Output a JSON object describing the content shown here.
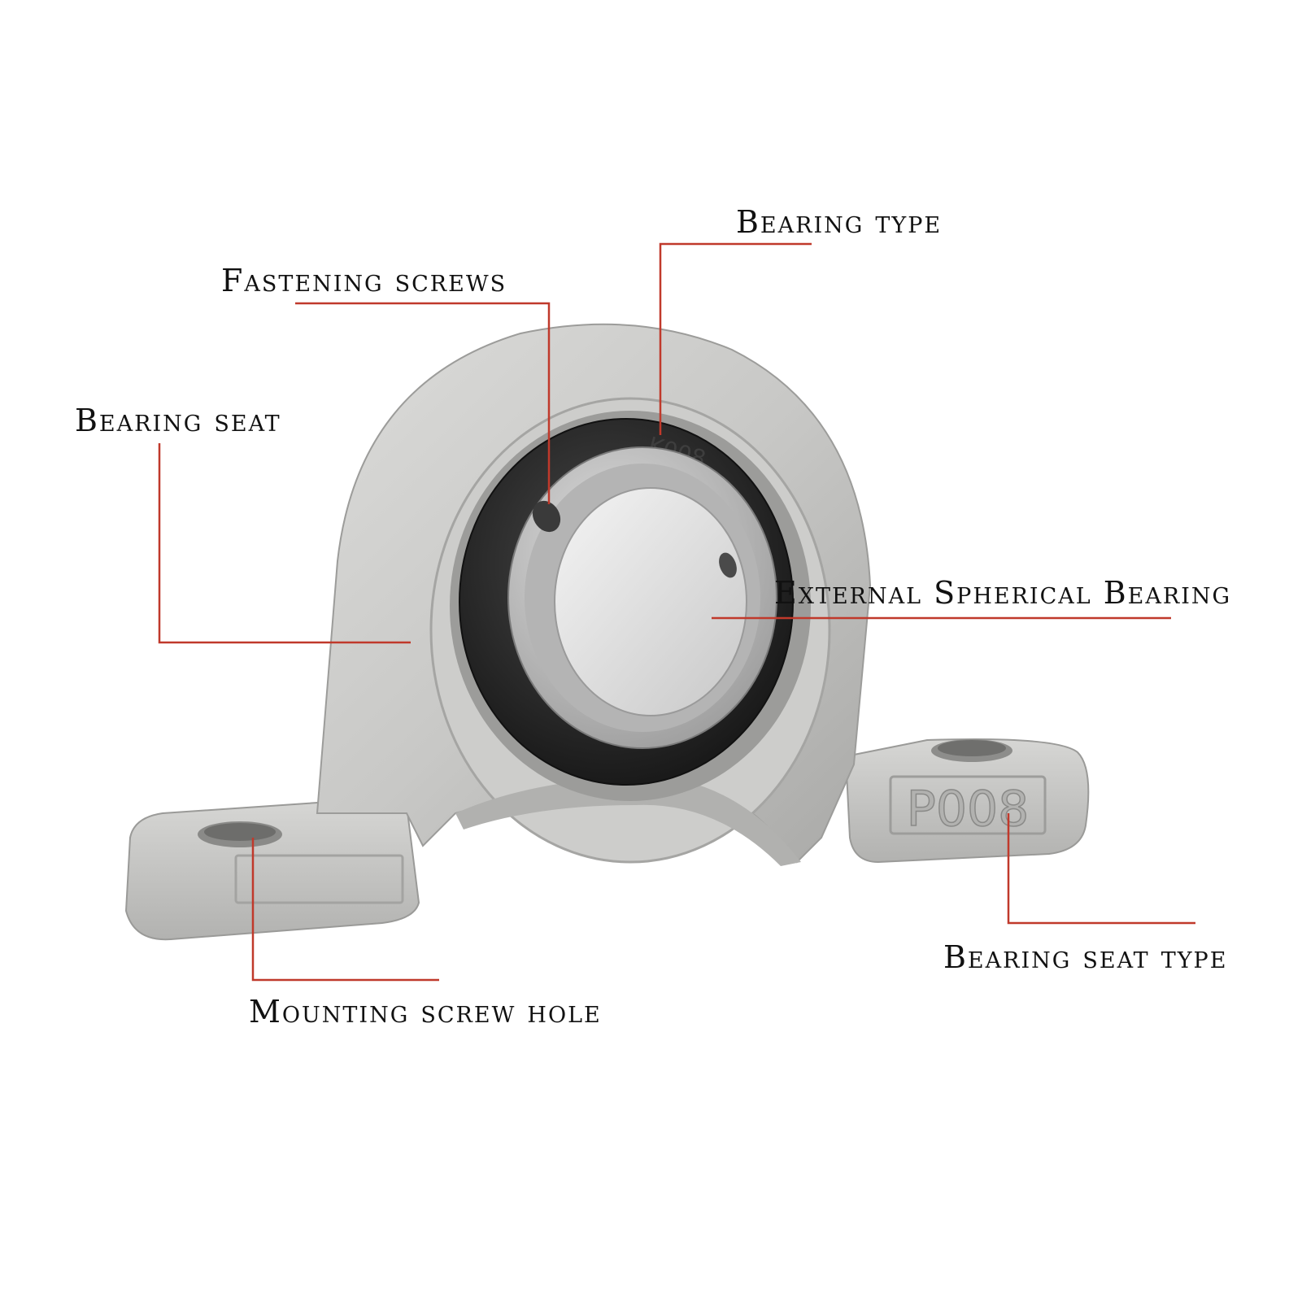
{
  "labels": {
    "bearing_type": "Bearing type",
    "fastening_screws": "Fastening screws",
    "bearing_seat": "Bearing seat",
    "external_spherical_bearing": "External Spherical Bearing",
    "bearing_seat_type": "Bearing seat type",
    "mounting_screw_hole": "Mounting screw hole"
  },
  "markings": {
    "housing_code": "P008",
    "bearing_code": "K008"
  },
  "colors": {
    "leader_line": "#c0392b",
    "housing": "#c9c9c7",
    "bearing_outer": "#2a2a2a",
    "inner_ring": "#c4c4c4",
    "background": "#ffffff"
  }
}
